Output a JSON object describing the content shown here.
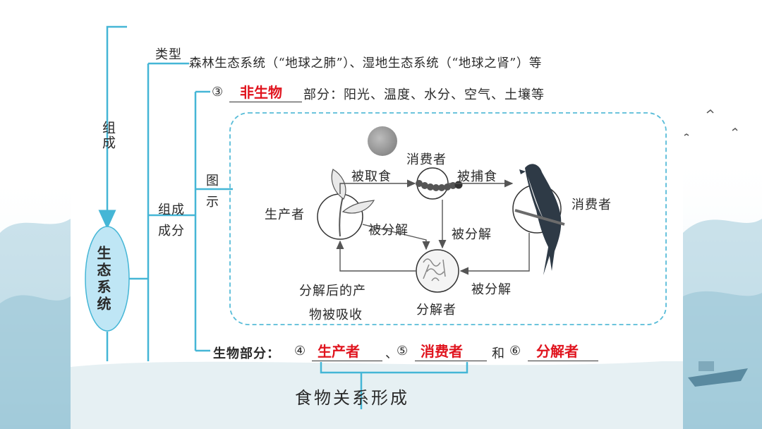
{
  "concept_map": {
    "root": "生态系统",
    "composition_branch": "组成",
    "types": {
      "label": "类型",
      "text": "森林生态系统（“地球之肺”）、湿地生态系统（“地球之肾”）等"
    },
    "components": {
      "label_line1": "组成",
      "label_line2": "成分",
      "abiotic": {
        "marker": "③",
        "answer": "非生物",
        "suffix": "部分：阳光、温度、水分、空气、土壤等"
      },
      "diagram": {
        "label_line1": "图",
        "label_line2": "示",
        "producer": "生产者",
        "consumer_primary": "消费者",
        "consumer_secondary": "消费者",
        "decomposer": "分解者",
        "edge_eaten": "被取食",
        "edge_hunted": "被捕食",
        "edge_decomposed_producer": "被分解",
        "edge_decomposed_consumer": "被分解",
        "edge_decomposed_bird": "被分解",
        "absorb_line1": "分解后的产",
        "absorb_line2": "物被吸收"
      },
      "biotic": {
        "prefix": "生物部分：",
        "marker4": "④",
        "answer4": "生产者",
        "sep": "、",
        "marker5": "⑤",
        "answer5": "消费者",
        "conj": "和",
        "marker6": "⑥",
        "answer6": "分解者"
      }
    },
    "food_relation": "食物关系形成"
  },
  "colors": {
    "branch_line": "#45b6d6",
    "answer_red": "#e0141e",
    "root_fill": "#bfe6f5",
    "dashed_box": "#58bcd8",
    "arrow": "#555555"
  }
}
